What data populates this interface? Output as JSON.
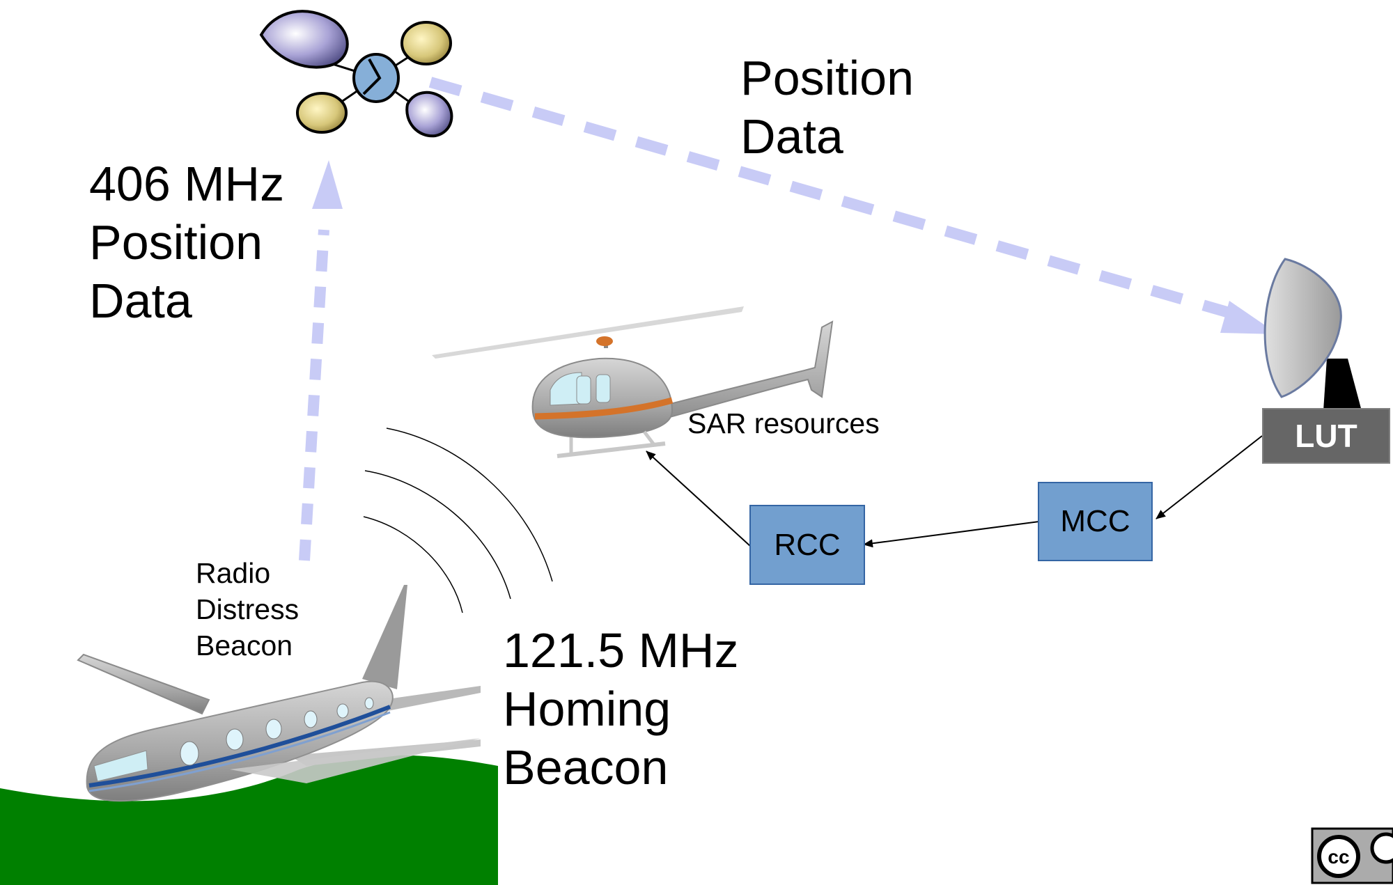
{
  "labels": {
    "uplink": [
      "406 MHz",
      "Position",
      "Data"
    ],
    "downlink": [
      "Position",
      "Data"
    ],
    "beacon": [
      "Radio",
      "Distress",
      "Beacon"
    ],
    "homing": [
      "121.5 MHz",
      "Homing",
      "Beacon"
    ],
    "sar": "SAR resources"
  },
  "boxes": {
    "lut": "LUT",
    "mcc": "MCC",
    "rcc": "RCC"
  },
  "license_badge": {
    "text": "cc"
  },
  "colors": {
    "data_link": "#c8cbf6",
    "box_fill": "#729fcf",
    "box_border": "#3465a4",
    "lut_fill": "#666666",
    "ground": "#008000",
    "helicopter_stripe": "#d4732a"
  }
}
